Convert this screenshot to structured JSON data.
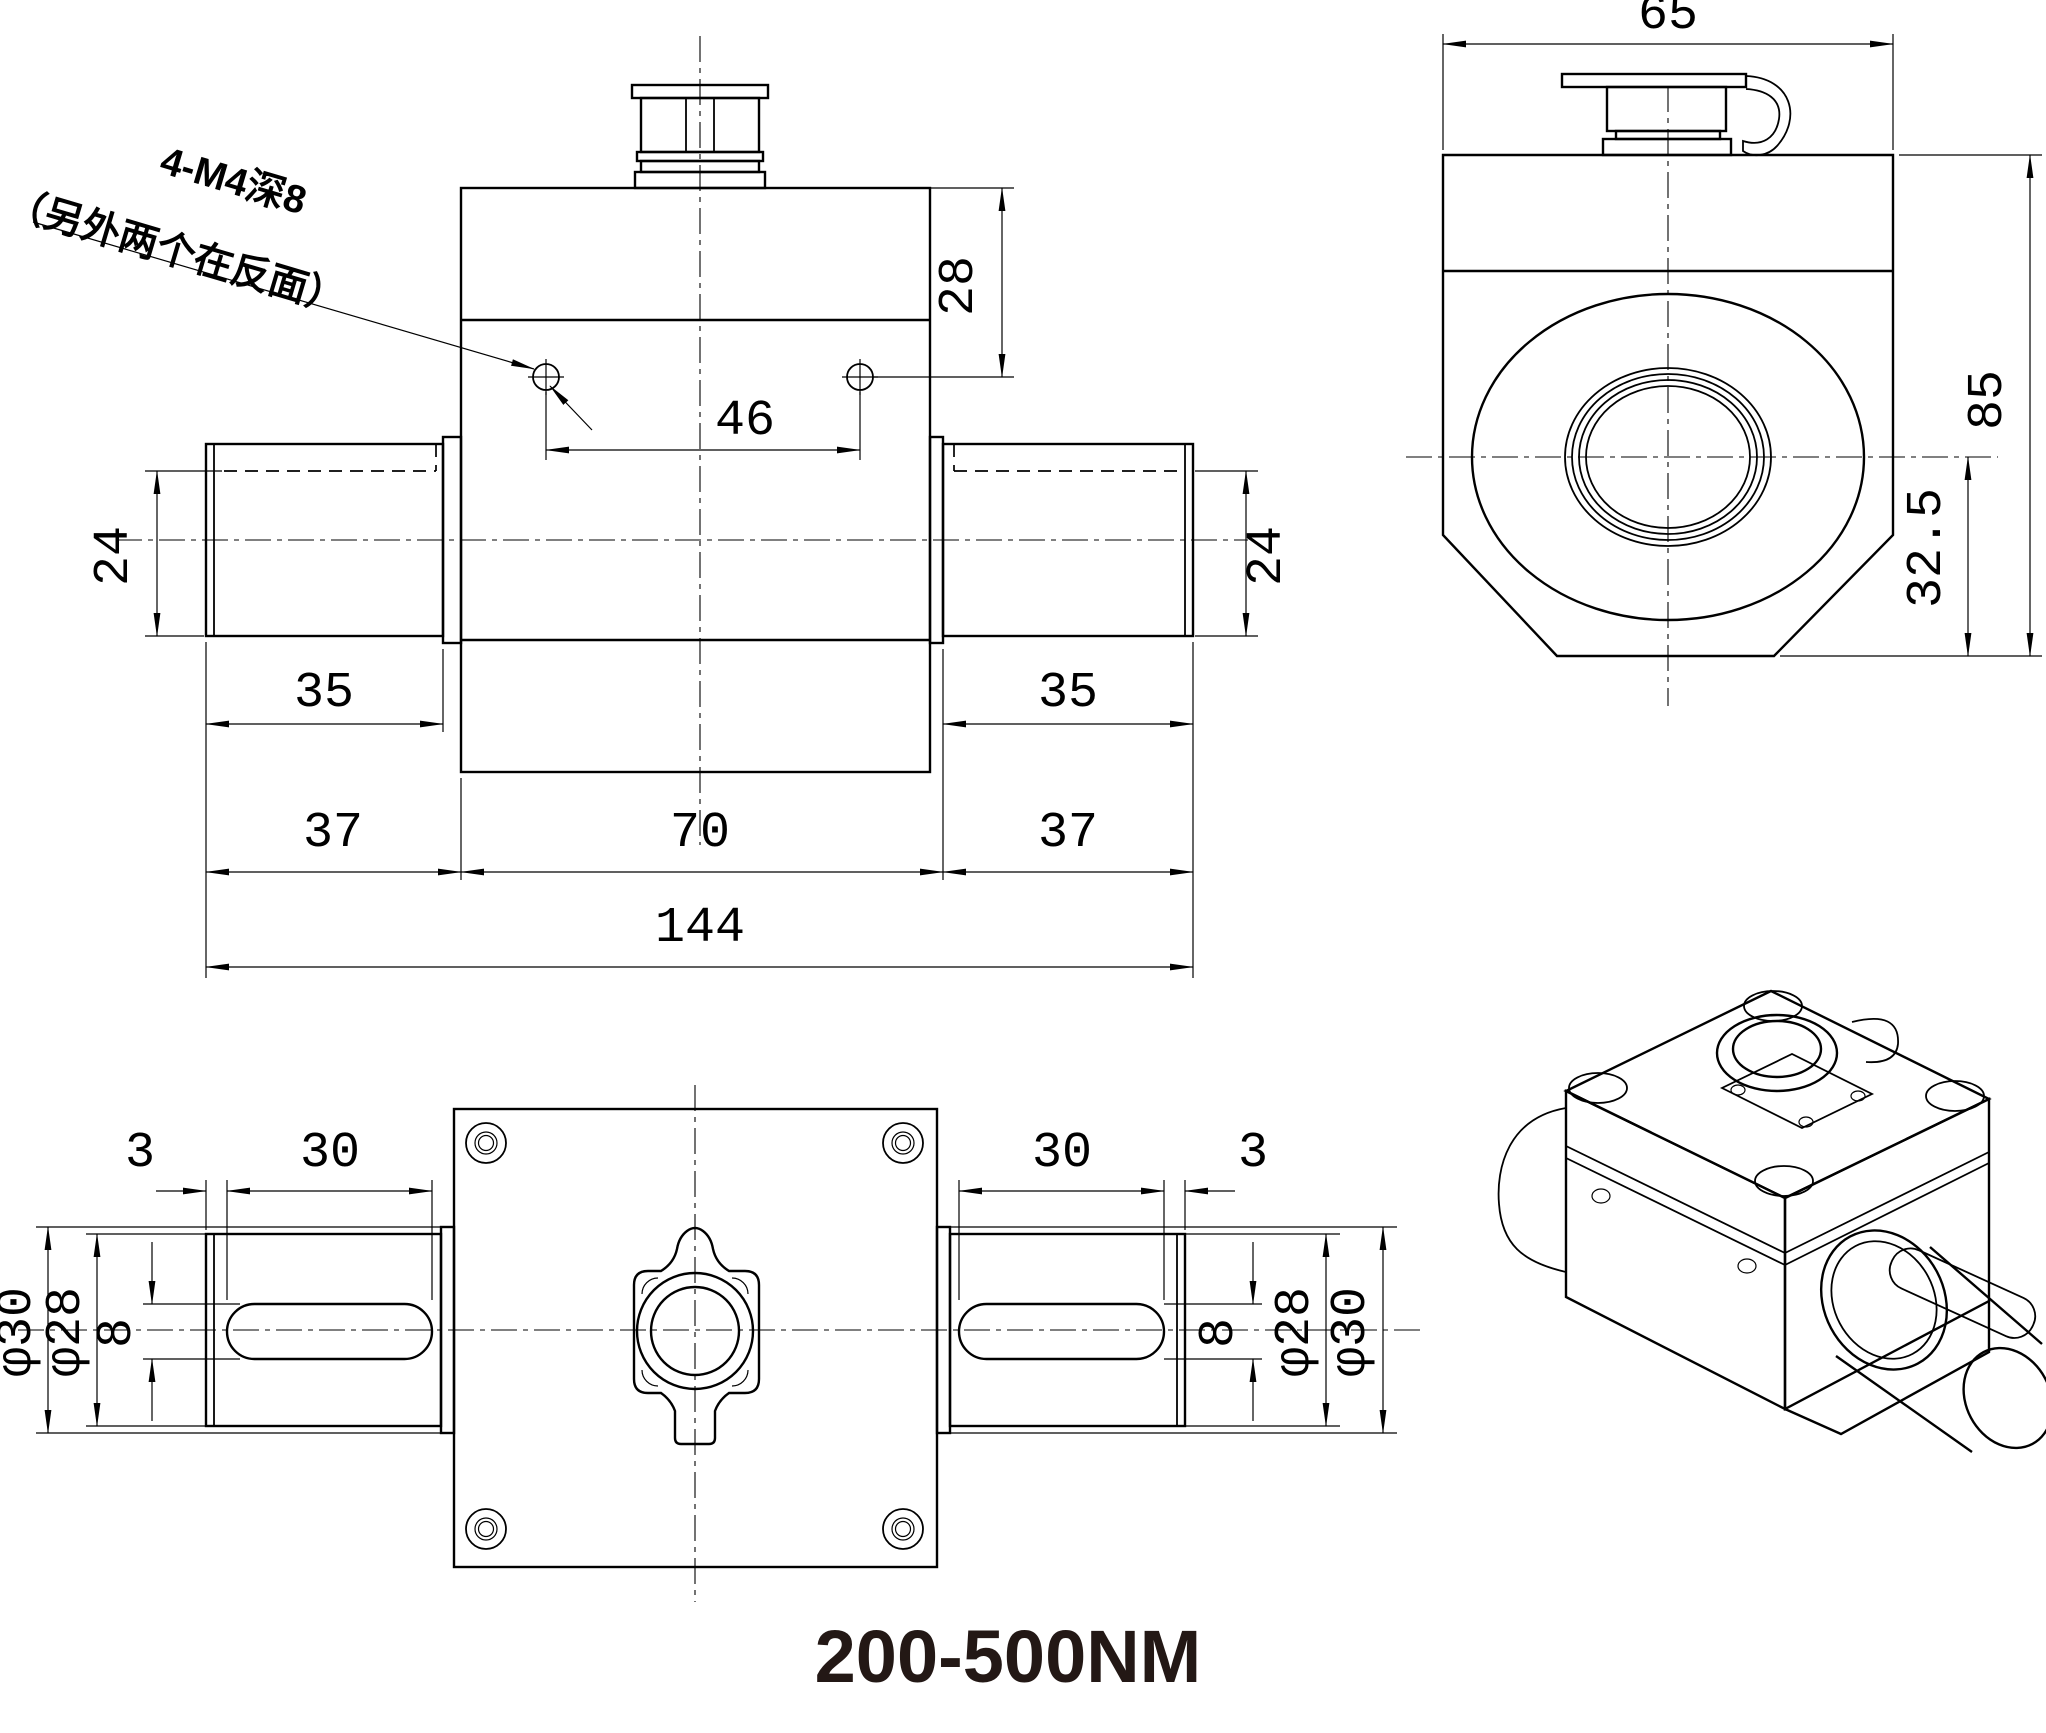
{
  "title": "200-500NM",
  "note": {
    "line1": "4-M4深8",
    "line2": "（另外两个在反面）"
  },
  "front": {
    "d28": "28",
    "d46": "46",
    "d24L": "24",
    "d24R": "24",
    "d35L": "35",
    "d35R": "35",
    "d37L": "37",
    "d70": "70",
    "d37R": "37",
    "d144": "144"
  },
  "side": {
    "d65": "65",
    "d85": "85",
    "d325": "32.5"
  },
  "bottom": {
    "d3L": "3",
    "d30L": "30",
    "d30R": "30",
    "d3R": "3",
    "dia30L": "φ30",
    "dia28L": "φ28",
    "d8L": "8",
    "d8R": "8",
    "dia28R": "φ28",
    "dia30R": "φ30"
  },
  "colors": {
    "line": "#000000",
    "title_text": "#231815",
    "background": "#ffffff"
  }
}
